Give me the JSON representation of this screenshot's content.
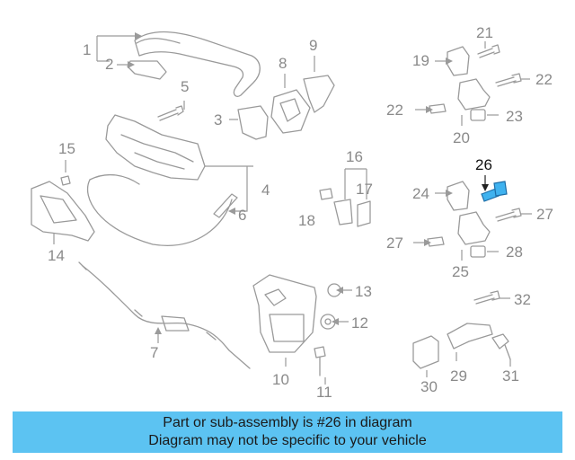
{
  "diagram": {
    "highlight_color": "#3fb2ef",
    "highlighted_part": "26",
    "callouts": [
      "1",
      "2",
      "3",
      "4",
      "5",
      "6",
      "7",
      "8",
      "9",
      "10",
      "11",
      "12",
      "13",
      "14",
      "15",
      "16",
      "17",
      "18",
      "19",
      "20",
      "21",
      "22",
      "22",
      "23",
      "24",
      "25",
      "26",
      "27",
      "27",
      "28",
      "29",
      "30",
      "31",
      "32"
    ]
  },
  "banner": {
    "background_color": "#5cc3f2",
    "line1": "Part or sub-assembly is #26 in diagram",
    "line2": "Diagram may not be specific to your vehicle"
  }
}
